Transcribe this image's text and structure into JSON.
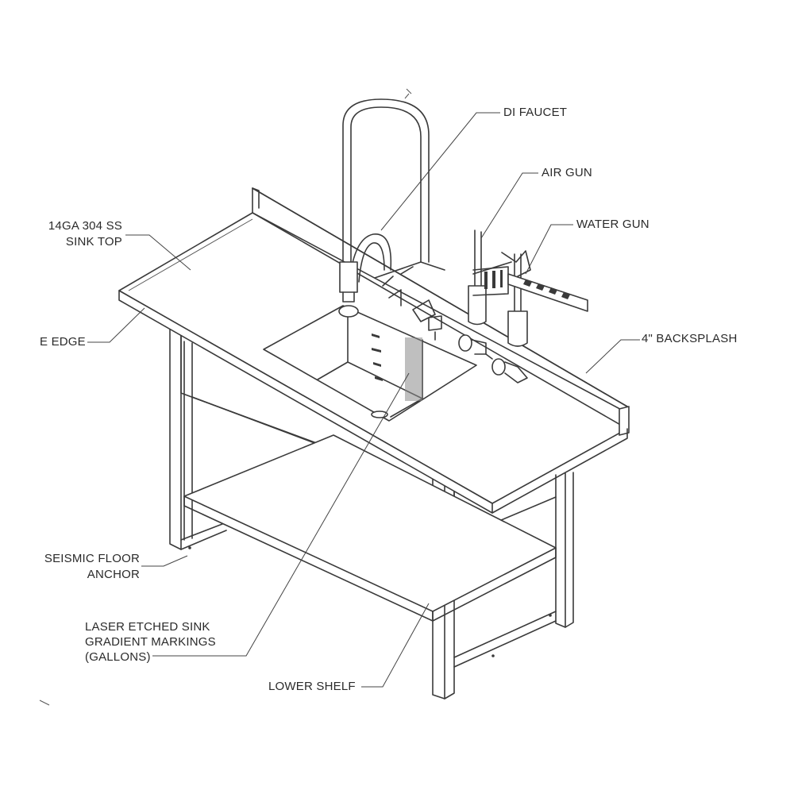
{
  "labels": {
    "di_faucet": "DI FAUCET",
    "air_gun": "AIR GUN",
    "water_gun": "WATER GUN",
    "sink_top_line1": "14GA 304 SS",
    "sink_top_line2": "SINK TOP",
    "edge": "E EDGE",
    "backsplash": "4\" BACKSPLASH",
    "seismic_line1": "SEISMIC FLOOR",
    "seismic_line2": "ANCHOR",
    "laser_line1": "LASER ETCHED SINK",
    "laser_line2": "GRADIENT MARKINGS",
    "laser_line3": "(GALLONS)",
    "lower_shelf": "LOWER SHELF"
  }
}
